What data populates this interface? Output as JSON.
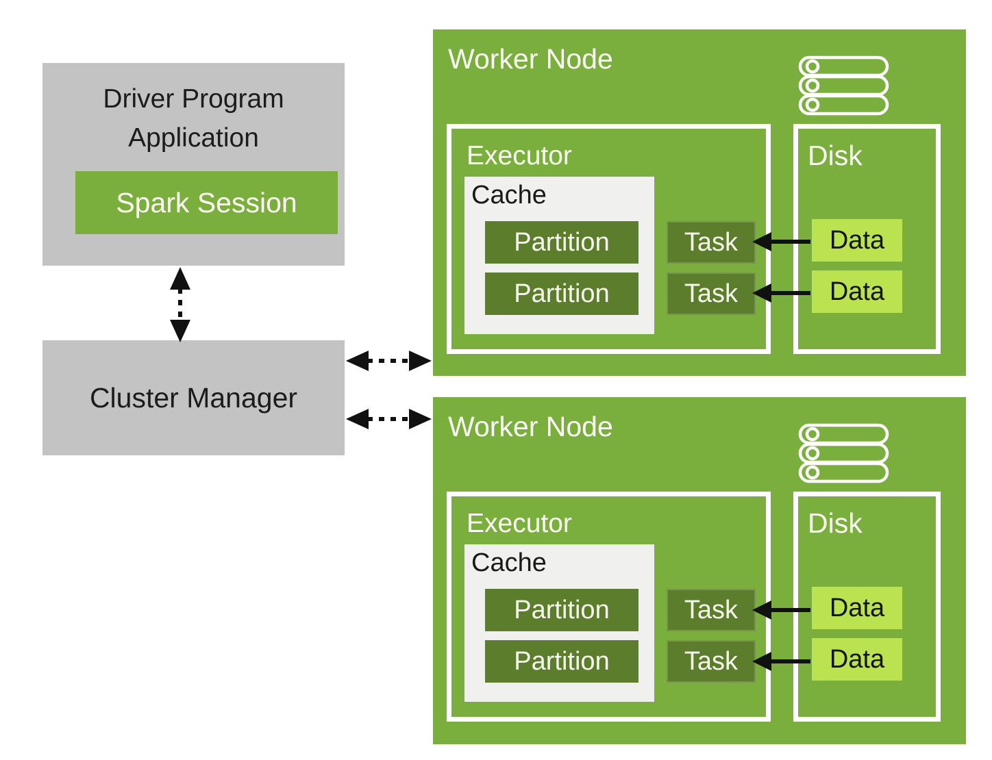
{
  "title": "Spark cluster architecture diagram",
  "colors": {
    "green_main": "#7aaf3e",
    "green_dark": "#5c7d2b",
    "green_data": "#bbe24f",
    "gray_box": "#c3c3c3",
    "cache_bg": "#f0f0ee",
    "ink": "#1c1c1c",
    "arrow": "#111111"
  },
  "icons": {
    "worker_storage": "database-stack-icon"
  },
  "driver": {
    "title_line1": "Driver Program",
    "title_line2": "Application",
    "session_label": "Spark Session"
  },
  "cluster_manager": {
    "label": "Cluster Manager"
  },
  "workers": [
    {
      "title": "Worker Node",
      "executor": {
        "label": "Executor",
        "cache_label": "Cache",
        "partitions": [
          "Partition",
          "Partition"
        ],
        "tasks": [
          "Task",
          "Task"
        ]
      },
      "disk": {
        "label": "Disk",
        "data": [
          "Data",
          "Data"
        ]
      }
    },
    {
      "title": "Worker Node",
      "executor": {
        "label": "Executor",
        "cache_label": "Cache",
        "partitions": [
          "Partition",
          "Partition"
        ],
        "tasks": [
          "Task",
          "Task"
        ]
      },
      "disk": {
        "label": "Disk",
        "data": [
          "Data",
          "Data"
        ]
      }
    }
  ]
}
